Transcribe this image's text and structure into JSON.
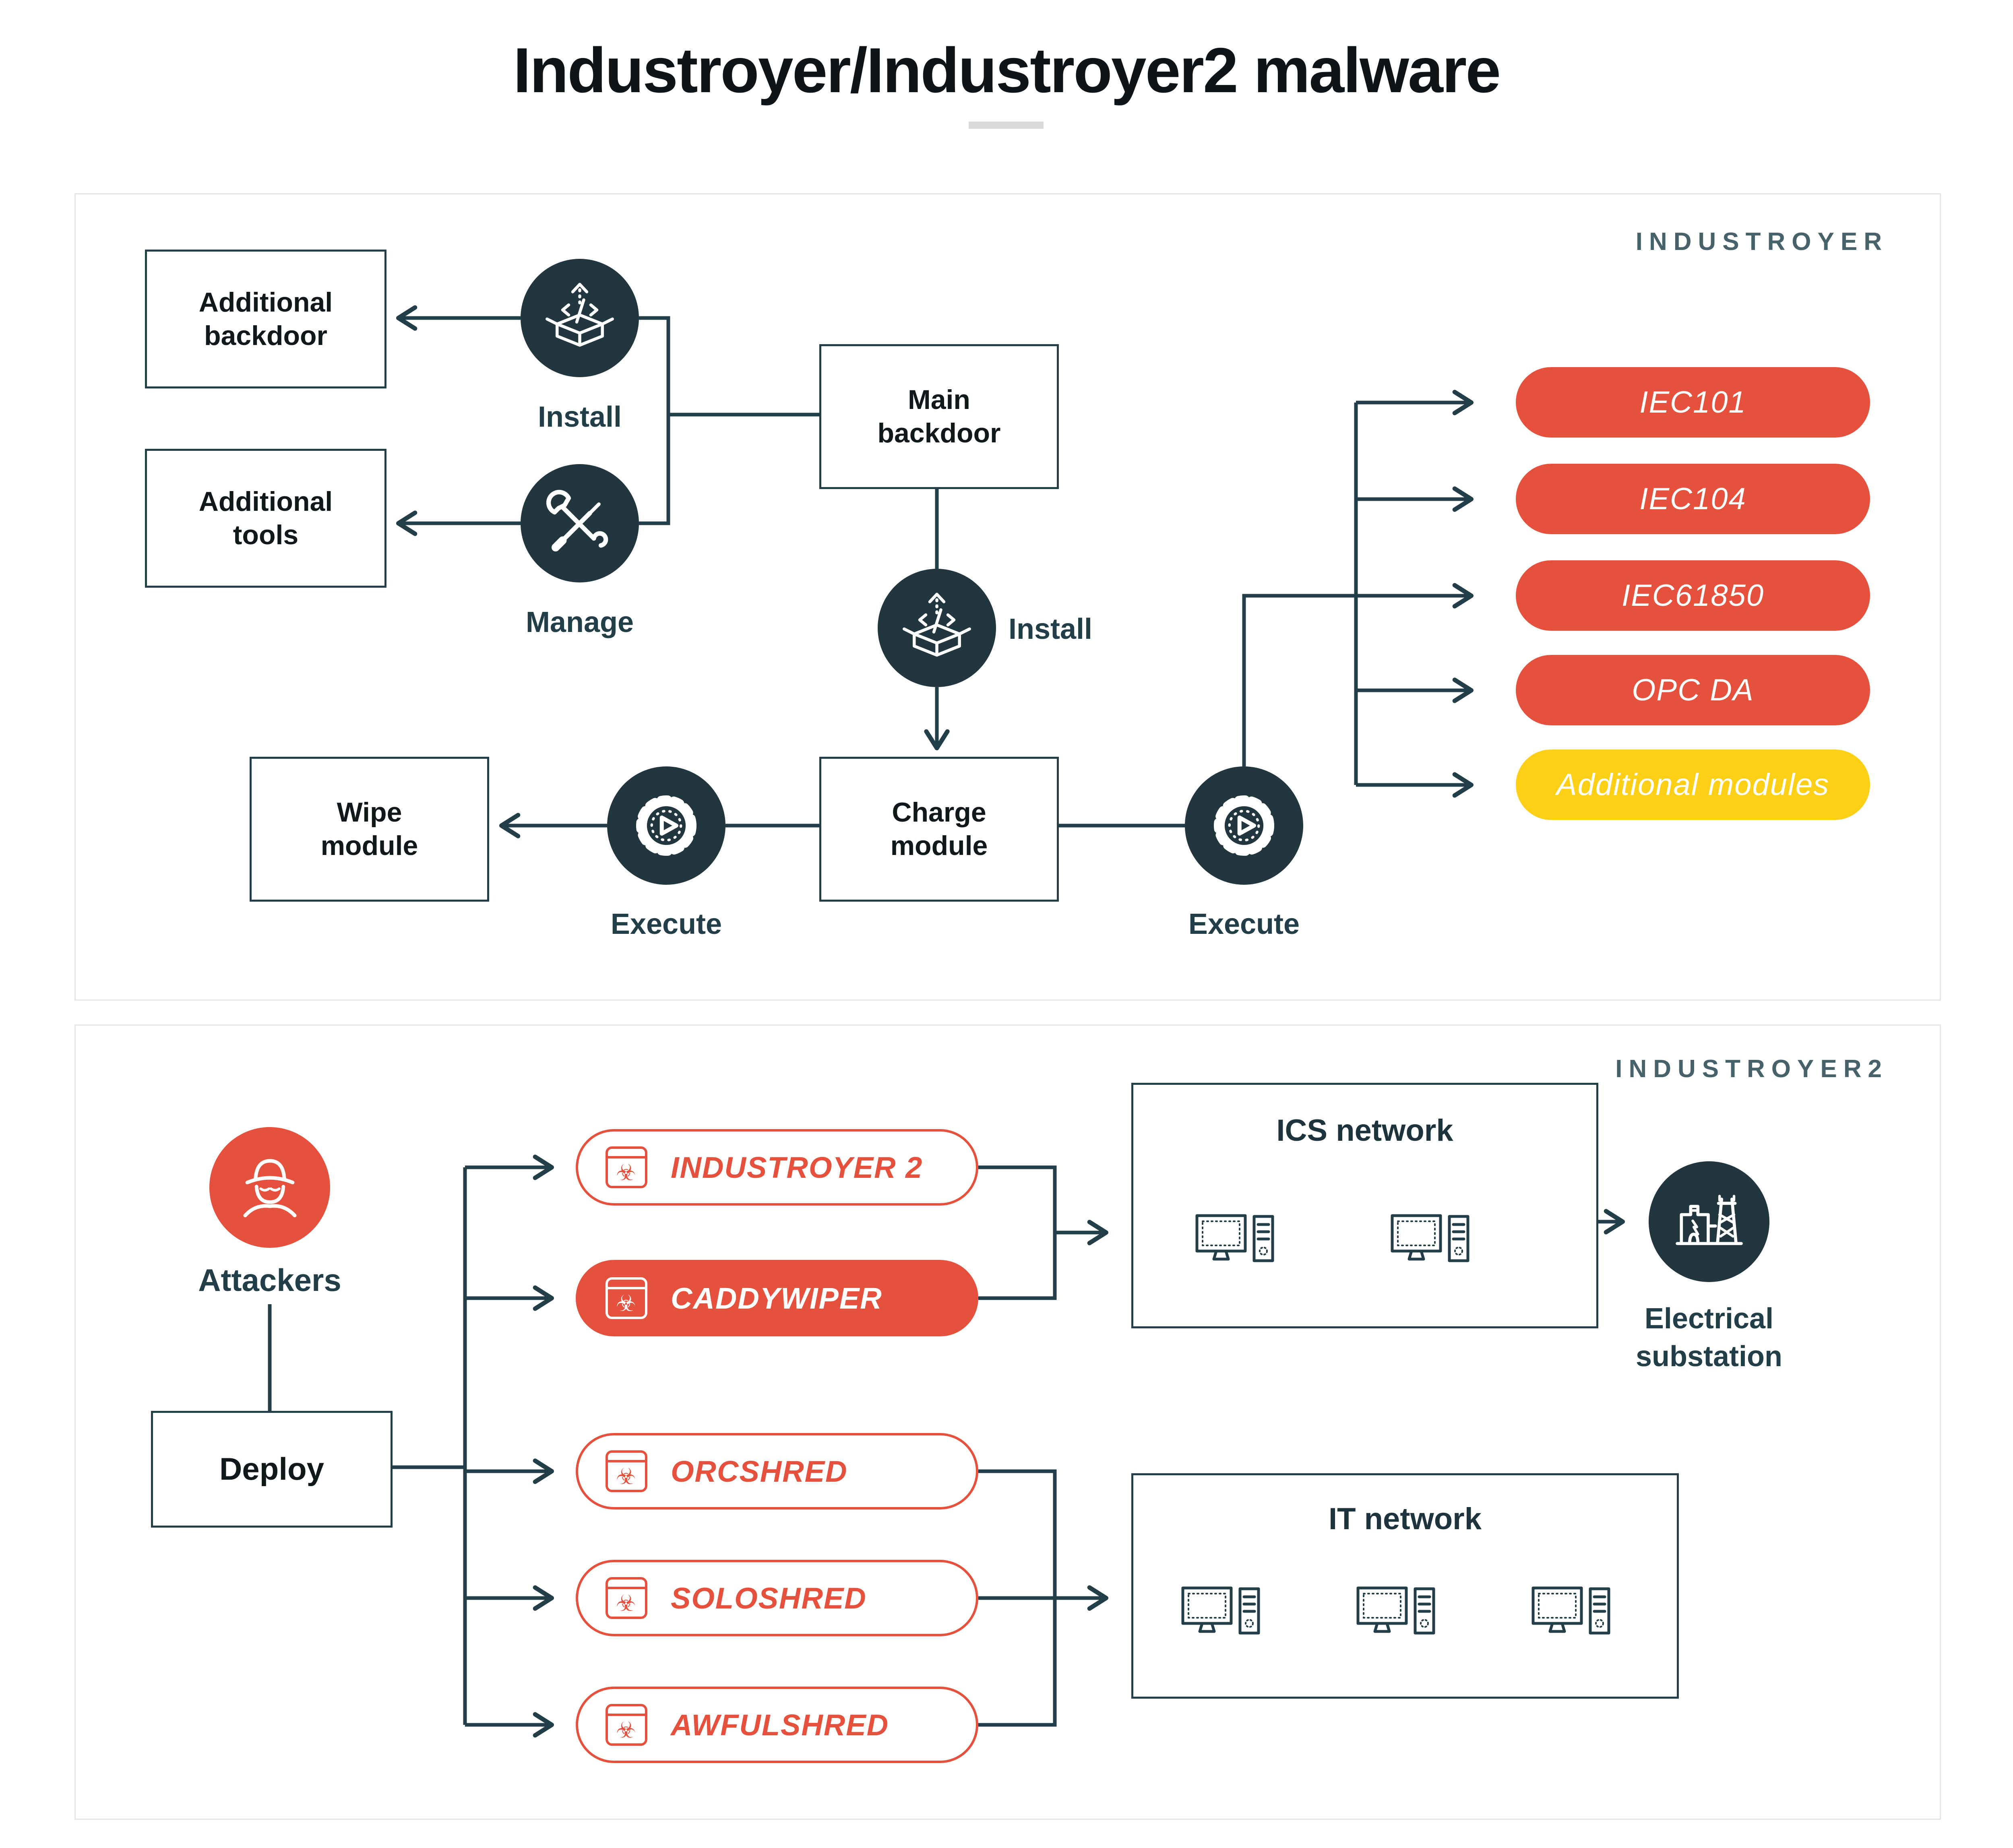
{
  "title": "Industroyer/Industroyer2 malware",
  "colors": {
    "accent_red": "#E5513C",
    "accent_yellow": "#FDD017",
    "dark_teal": "#22363F",
    "line": "#223E48"
  },
  "icons": {
    "biohazard_glyph": "☣",
    "install": "open-box-up-arrow",
    "manage": "crossed-tools",
    "execute": "gear-play",
    "attackers": "spy",
    "substation": "power-plant-pylon",
    "computer": "desktop-computer"
  },
  "industroyer": {
    "section_label": "INDUSTROYER",
    "boxes": {
      "additional_backdoor": "Additional backdoor",
      "additional_tools": "Additional tools",
      "main_backdoor": "Main backdoor",
      "charge_module": "Charge module",
      "wipe_module": "Wipe module"
    },
    "actions": {
      "install_top": "Install",
      "manage": "Manage",
      "install_mid": "Install",
      "execute_left": "Execute",
      "execute_right": "Execute"
    },
    "modules": [
      {
        "label": "IEC101",
        "type": "protocol"
      },
      {
        "label": "IEC104",
        "type": "protocol"
      },
      {
        "label": "IEC61850",
        "type": "protocol"
      },
      {
        "label": "OPC DA",
        "type": "protocol"
      },
      {
        "label": "Additional modules",
        "type": "additional"
      }
    ]
  },
  "industroyer2": {
    "section_label": "INDUSTROYER2",
    "attackers_label": "Attackers",
    "deploy_label": "Deploy",
    "malware": [
      {
        "label": "INDUSTROYER 2",
        "style": "outline"
      },
      {
        "label": "CADDYWIPER",
        "style": "filled"
      },
      {
        "label": "ORCSHRED",
        "style": "outline"
      },
      {
        "label": "SOLOSHRED",
        "style": "outline"
      },
      {
        "label": "AWFULSHRED",
        "style": "outline"
      }
    ],
    "ics_network_label": "ICS network",
    "it_network_label": "IT network",
    "substation_label": "Electrical substation"
  }
}
